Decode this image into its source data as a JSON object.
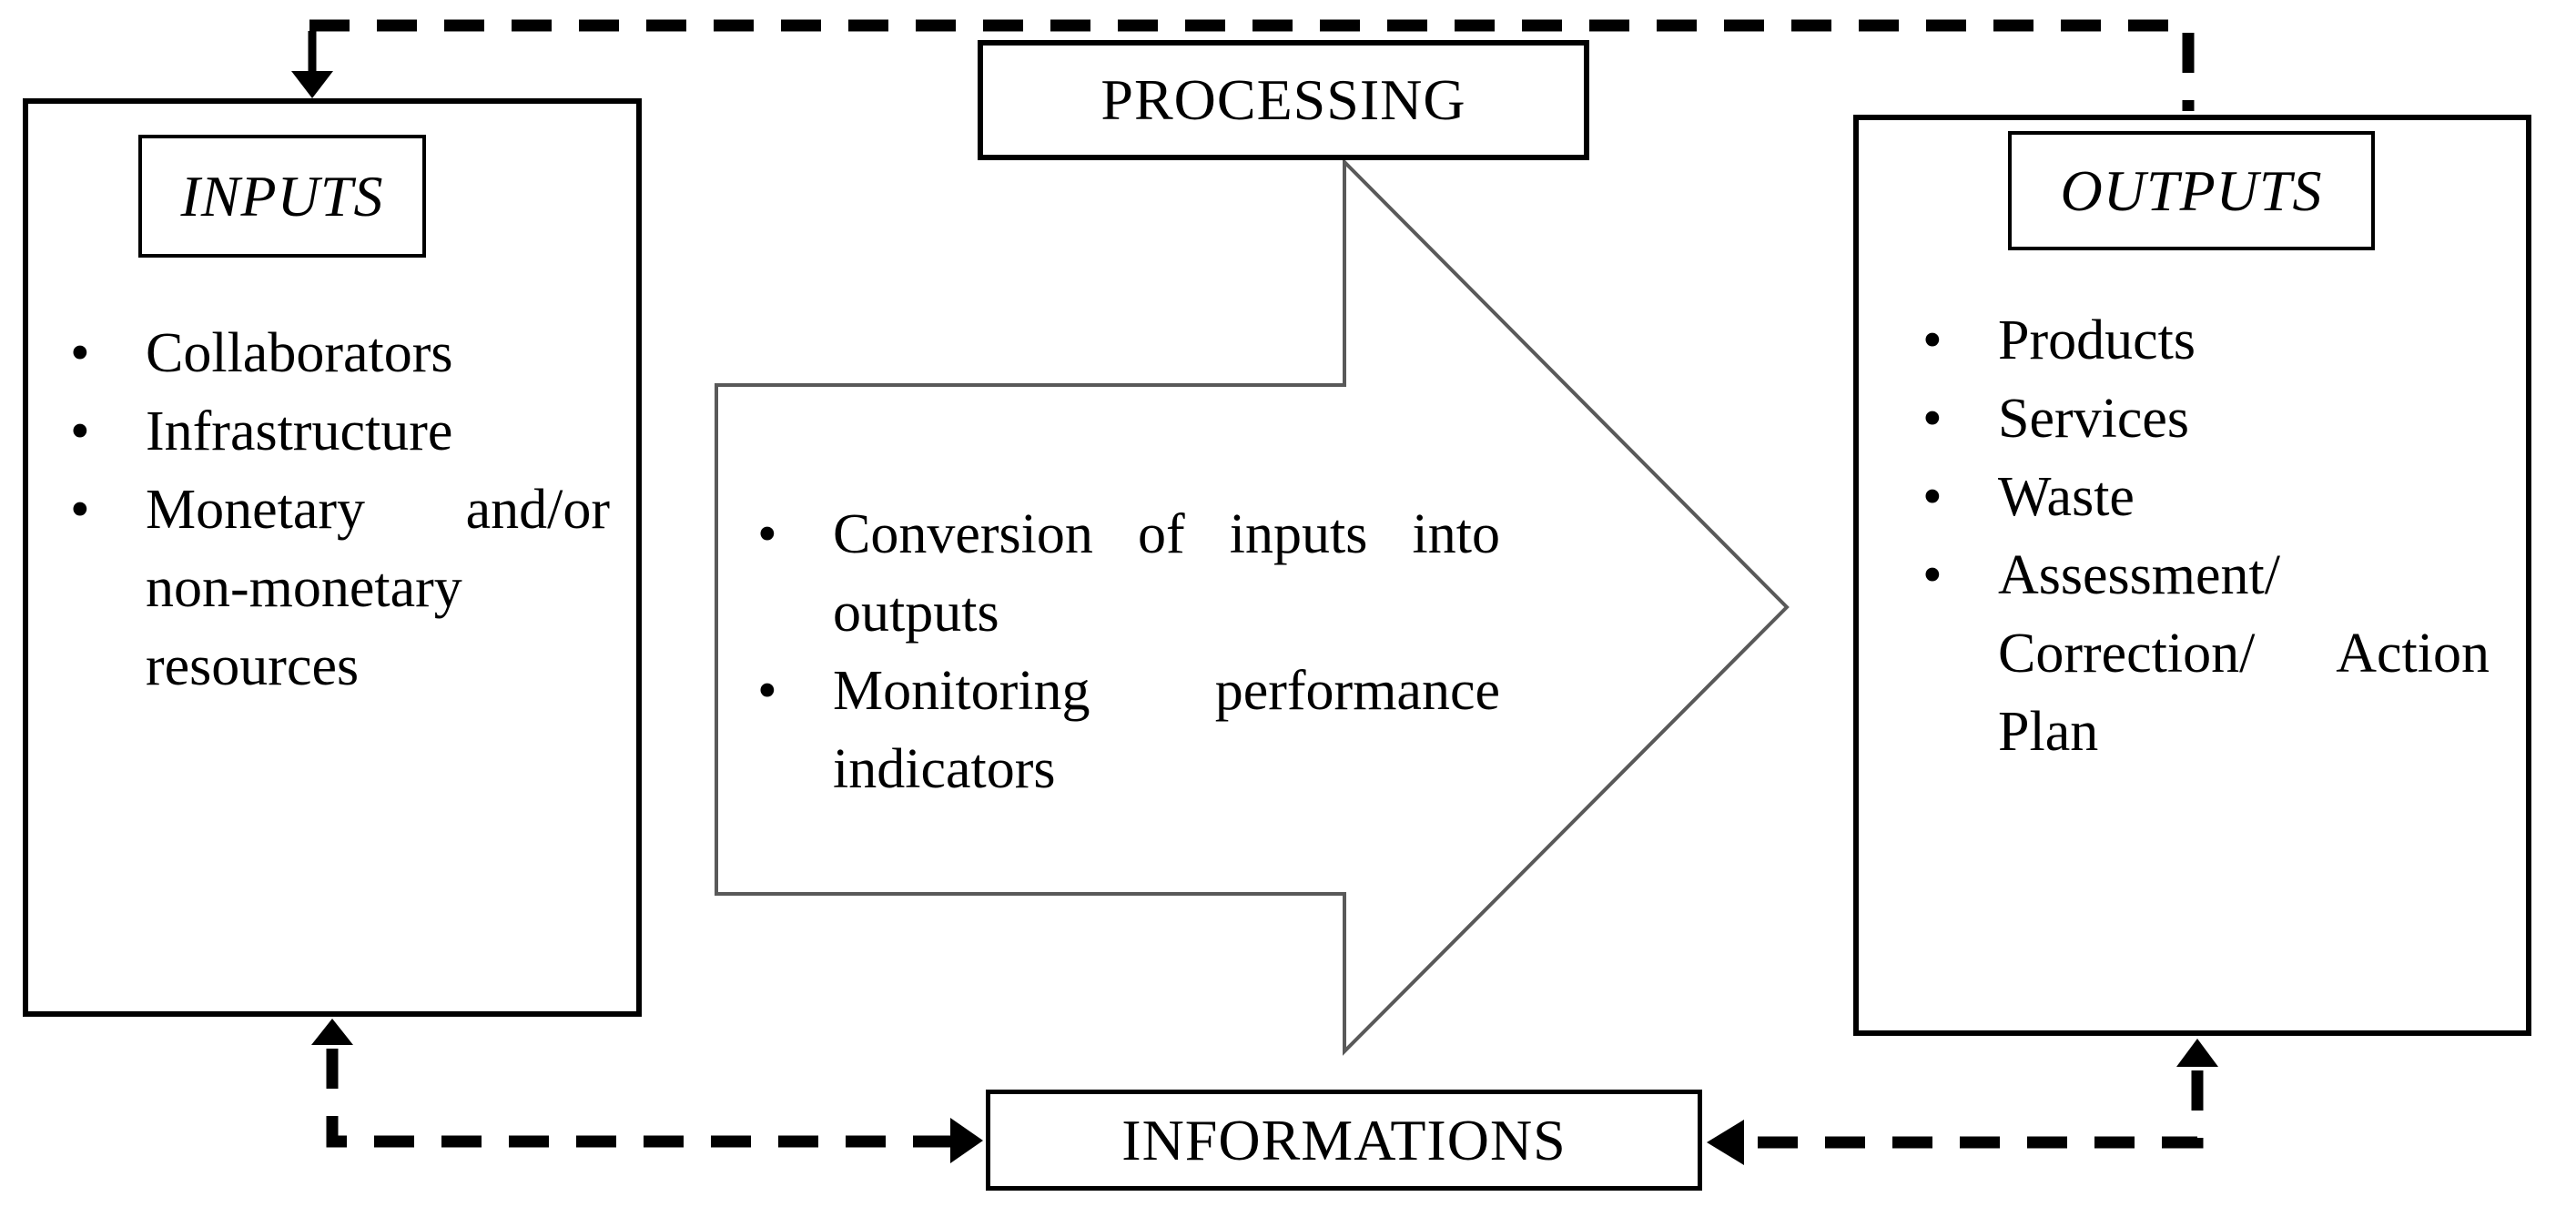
{
  "inputs": {
    "label": "INPUTS",
    "items": [
      "Collaborators",
      "Infrastructure",
      "Monetary and/or non-monetary resources"
    ]
  },
  "processing": {
    "label": "PROCESSING",
    "items": [
      "Conversion of inputs into outputs",
      "Monitoring performance indicators"
    ]
  },
  "outputs": {
    "label": "OUTPUTS",
    "items": [
      "Products",
      "Services",
      "Waste",
      "Assessment/ Correction/ Action Plan"
    ]
  },
  "informations": {
    "label": "INFORMATIONS"
  },
  "colors": {
    "box_border": "#000000",
    "arrow_outline": "#595959",
    "dashed_line": "#000000",
    "background": "#ffffff",
    "text": "#000000"
  }
}
